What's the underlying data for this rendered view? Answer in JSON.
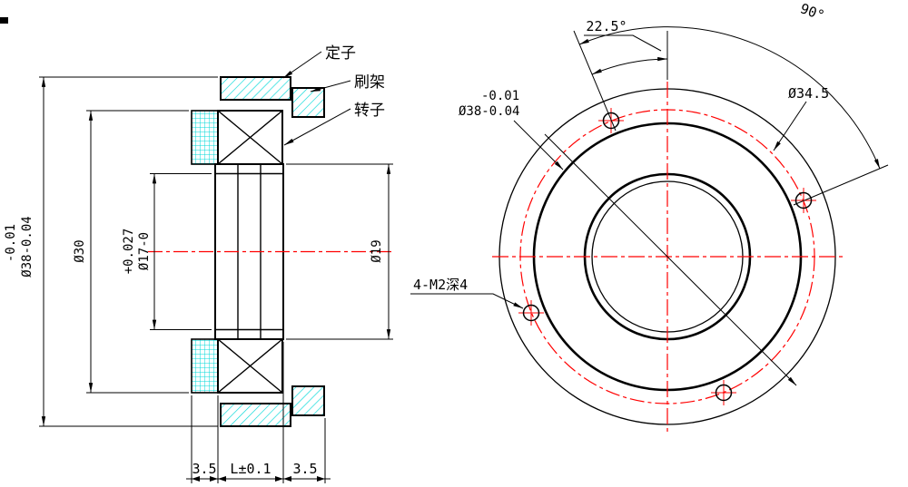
{
  "drawing": {
    "colors": {
      "outline": "#000000",
      "centerline": "#ff0000",
      "hatch": "#00d8d8"
    },
    "section_view": {
      "callout_stator": "定子",
      "callout_brush": "刷架",
      "callout_rotor": "转子",
      "dim_od_tol": "-0.01",
      "dim_od": "Ø38-0.04",
      "dim_stator_od": "Ø30",
      "dim_bore_tol": "+0.027",
      "dim_bore": "Ø17-0",
      "dim_hub_od": "Ø19",
      "dim_left": "3.5",
      "dim_length": "L±0.1",
      "dim_right": "3.5"
    },
    "end_view": {
      "dim_angle_90": "90°",
      "dim_angle_225": "22.5°",
      "dim_bolt_circle": "Ø34.5",
      "dim_od_tol": "-0.01",
      "dim_od": "Ø38-0.04",
      "dim_holes": "4-M2深4"
    }
  }
}
